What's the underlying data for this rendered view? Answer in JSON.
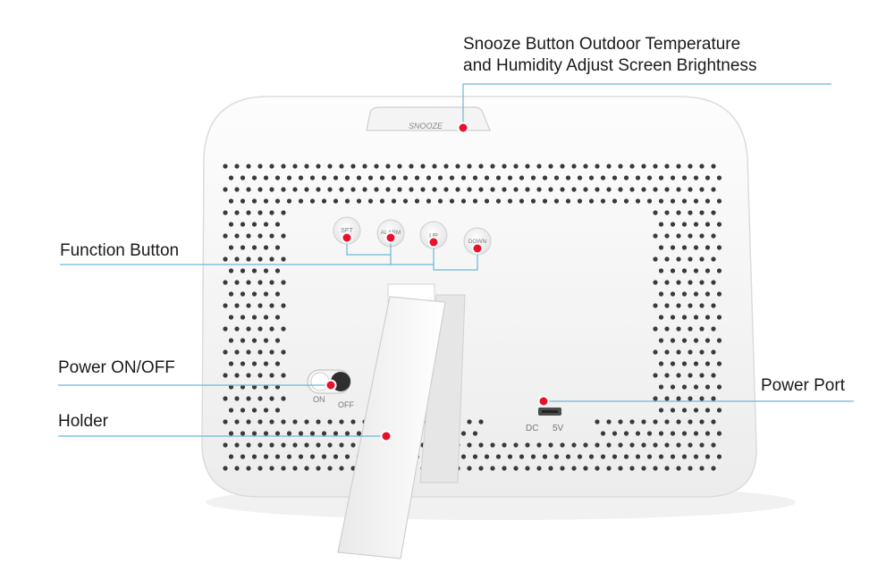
{
  "callouts": {
    "snooze_line1": "Snooze Button Outdoor Temperature",
    "snooze_line2": "and Humidity Adjust Screen Brightness",
    "function_button": "Function Button",
    "power_switch": "Power ON/OFF",
    "holder": "Holder",
    "power_port": "Power Port"
  },
  "device_labels": {
    "snooze": "SNOOZE",
    "set": "SET",
    "alarm": "ALARM",
    "up": "UP",
    "down": "DOWN",
    "switch_on": "ON",
    "switch_off": "OFF",
    "port_dc": "DC",
    "port_5v": "5V"
  },
  "colors": {
    "leader_line": "#6cb8d6",
    "marker": "#e8102a",
    "device_body": "#f7f7f7",
    "speaker_holes": "#3a3a3a"
  }
}
